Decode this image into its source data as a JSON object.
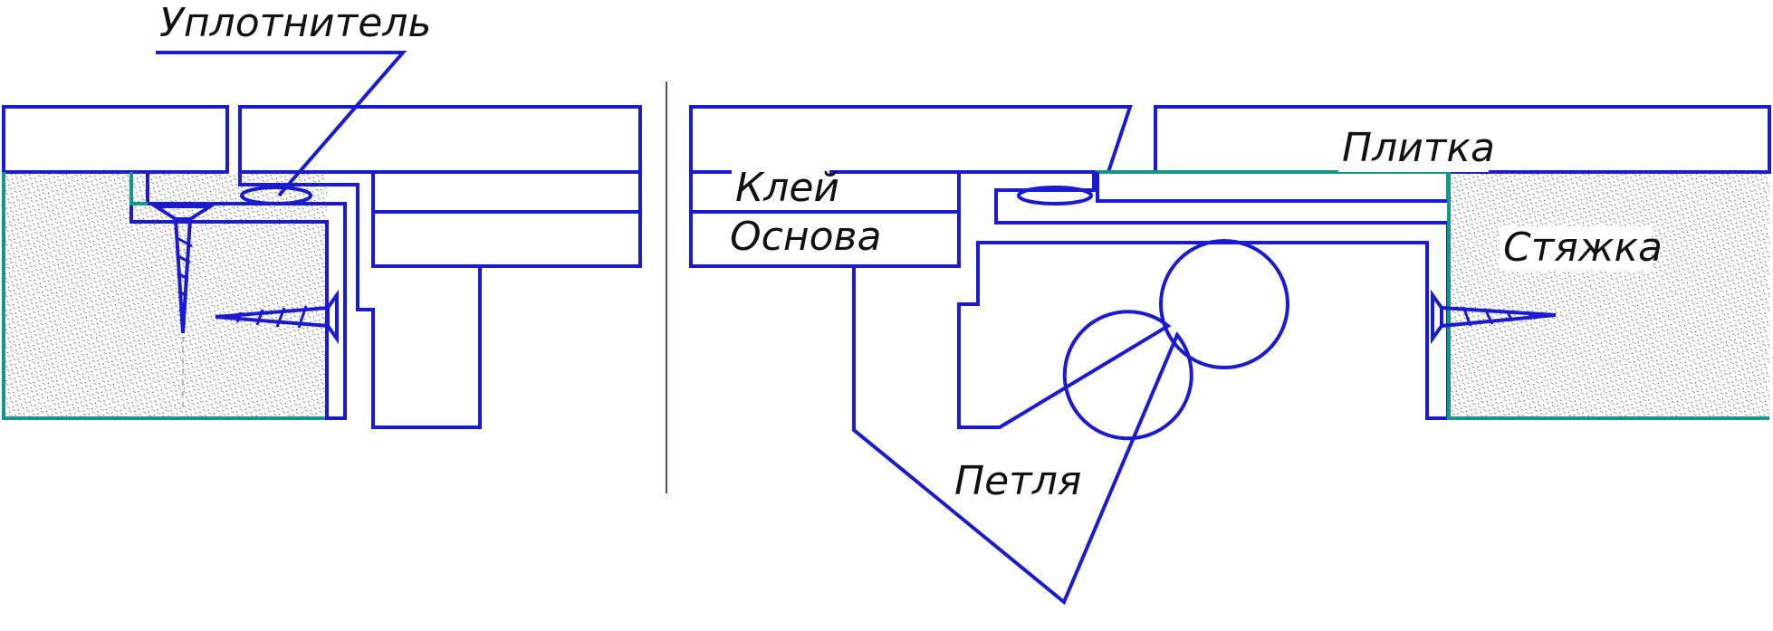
{
  "labels": {
    "seal": "Уплотнитель",
    "glue": "Клей",
    "base": "Основа",
    "tile": "Плитка",
    "screed": "Стяжка",
    "hinge": "Петля"
  },
  "colors": {
    "outline": "#1a1ad0",
    "teal": "#14968a",
    "seal_fill": "#f2a0a0",
    "hatch": "#222222",
    "divider": "#555555"
  }
}
